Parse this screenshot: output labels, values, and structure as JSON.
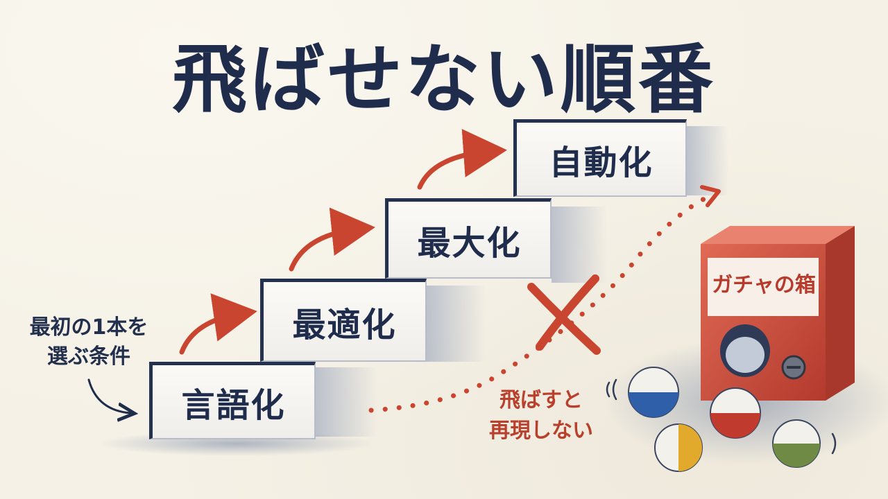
{
  "title": "飛ばせない順番",
  "steps": [
    {
      "label": "言語化"
    },
    {
      "label": "最適化"
    },
    {
      "label": "最大化"
    },
    {
      "label": "自動化"
    }
  ],
  "side_note": {
    "line1": "最初の1本を",
    "line2": "選ぶ条件"
  },
  "skip_note": {
    "line1": "飛ばすと",
    "line2": "再現しない"
  },
  "gacha_box": {
    "label": "ガチャの箱"
  },
  "colors": {
    "ink": "#1f2c4b",
    "accent_red": "#c9452f",
    "paper": "#f5f1e6",
    "capsule_blue": "#2f5fa8",
    "capsule_red": "#c03a2e",
    "capsule_yellow": "#e2aa2d",
    "capsule_green": "#6f8a44"
  },
  "icons": [
    "curved-arrow-icon",
    "dotted-arrow-icon",
    "cross-mark-icon",
    "gacha-box-icon",
    "capsule-icon"
  ]
}
